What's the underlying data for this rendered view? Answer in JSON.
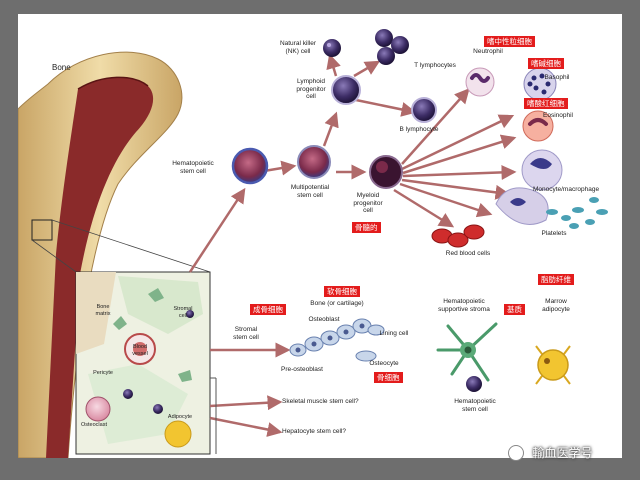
{
  "labels": {
    "bone": "Bone",
    "nk_cell": "Natural killer\n(NK) cell",
    "t_lymphocytes": "T lymphocytes",
    "lymphoid_progenitor": "Lymphoid\nprogenitor\ncell",
    "b_lymphocyte": "B lymphocyte",
    "hsc": "Hematopoietic\nstem cell",
    "multipotential": "Multipotential\nstem cell",
    "myeloid": "Myeloid\nprogenitor\ncell",
    "neutrophil": "Neutrophil",
    "basophil": "Basophil",
    "eosinophil": "Eosinophil",
    "monocyte": "Monocyte/macrophage",
    "platelets": "Platelets",
    "rbc": "Red blood cells",
    "bone_matrix": "Bone\nmatrix",
    "stromal_cell_inset": "Stromal\ncell",
    "blood_vessel": "Blood\nvessel",
    "pericyte": "Pericyte",
    "osteoclast": "Osteoclast",
    "adipocyte_inset": "Adipocyte",
    "stromal_stem": "Stromal\nstem cell",
    "bone_cartilage": "Bone (or cartilage)",
    "osteoblast": "Osteoblast",
    "lining_cell": "Lining cell",
    "osteocyte": "Osteocyte",
    "pre_osteoblast": "Pre-osteoblast",
    "supportive_stroma": "Hematopoietic\nsupportive stroma",
    "marrow_adipocyte": "Marrow\nadipocyte",
    "hsc_lower": "Hematopoietic\nstem cell",
    "skeletal": "Skeletal muscle stem cell?",
    "hepatocyte": "Hepatocyte stem cell?"
  },
  "cn_tags": {
    "neutrophil": "嗜中性粒细胞",
    "basophil": "嗜碱细胞",
    "eosinophil": "嗜酸红细胞",
    "marrow": "骨髓的",
    "cartilage": "软骨细胞",
    "osteoblast": "成骨细胞",
    "osteocyte": "骨细胞",
    "matrix": "基质",
    "fiber": "脂肪纤维"
  },
  "watermark": "輸血医学号",
  "colors": {
    "arrow": "#b06a6a",
    "tag": "#e31c1c",
    "cell_purple": "#3a2a5e",
    "bone_tan": "#e6c98a",
    "marrow": "#8a2a2a"
  }
}
